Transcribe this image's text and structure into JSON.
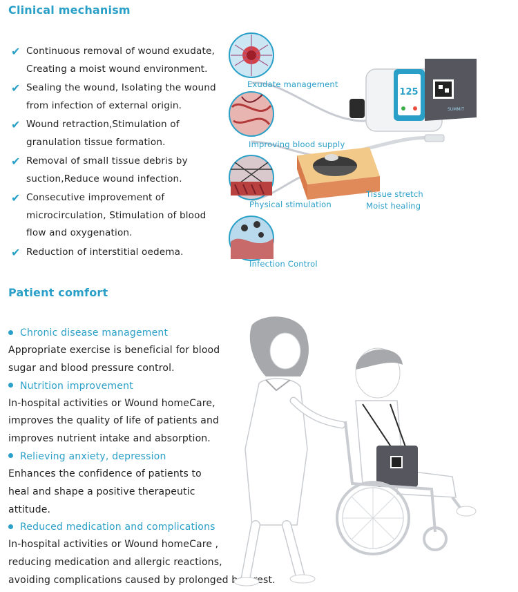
{
  "clinical": {
    "title": "Clinical mechanism",
    "items": [
      {
        "line1": "Continuous removal of wound exudate,",
        "line2": "Creating a moist wound environment."
      },
      {
        "line1": "Sealing the wound, Isolating the wound",
        "line2": "from infection of external origin."
      },
      {
        "line1": "Wound retraction,Stimulation of",
        "line2": "granulation tissue formation."
      },
      {
        "line1": "Removal of small tissue debris by",
        "line2": "suction,Reduce wound infection."
      },
      {
        "line1": "Consecutive improvement of",
        "line2": "microcirculation, Stimulation of blood",
        "line3": "flow and oxygenation."
      },
      {
        "line1": "Reduction of interstitial oedema."
      }
    ],
    "labels": {
      "exudate": "Exudate management",
      "blood": "Improving blood supply",
      "physical": "Physical stimulation",
      "infection": "Infection Control",
      "stretch1": "Tissue stretch",
      "stretch2": "Moist healing"
    },
    "device": {
      "screen_value": "125",
      "brand": "SUMMIT"
    }
  },
  "comfort": {
    "title": "Patient comfort",
    "sections": [
      {
        "heading": "Chronic disease management",
        "lines": [
          "Appropriate exercise is beneficial for blood",
          "sugar and blood pressure control."
        ]
      },
      {
        "heading": "Nutrition improvement",
        "lines": [
          "In-hospital activities or Wound homeCare,",
          "improves the quality of life of patients and",
          "improves nutrient intake and absorption."
        ]
      },
      {
        "heading": "Relieving anxiety, depression",
        "lines": [
          "Enhances the confidence of patients to",
          "heal and shape a positive therapeutic",
          "attitude."
        ]
      },
      {
        "heading": "Reduced medication and complications",
        "lines": [
          "In-hospital activities or Wound homeCare ,",
          "reducing medication and allergic reactions,",
          "avoiding complications caused by prolonged bed rest."
        ]
      }
    ]
  },
  "colors": {
    "accent": "#2aa0c8",
    "text": "#222222",
    "device_bag": "#55565e"
  }
}
